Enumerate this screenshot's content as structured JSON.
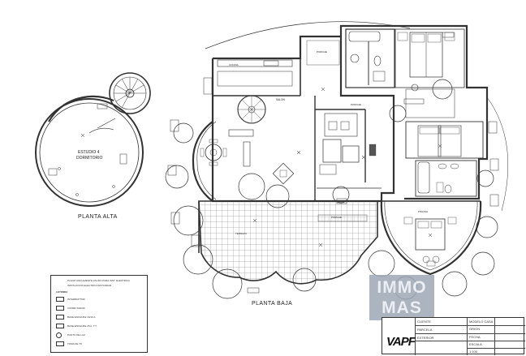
{
  "floor_labels": {
    "upper": "PLANTA ALTA",
    "ground": "PLANTA BAJA",
    "upper_room": "ESTUDIO 4",
    "upper_room_2": "DORMITORIO"
  },
  "room_labels": {
    "porche_top": "PORCHE",
    "cocina": "COCINA",
    "salon": "SALON",
    "porche_mid": "PORCHE",
    "porche_bottom": "PORCHE",
    "piscina": "PISCINA",
    "terraza": "TERRAZA"
  },
  "legend": {
    "title_1": "PLANO UNICAMENTE VALIDO PARA INST. ELECTRICA",
    "title_2": "INSTALACION ELECTRICA ESTANDAR",
    "header": "LEYENDA",
    "items": [
      "INTERRUPTOR",
      "CONMUTADOR",
      "BASE ENCHUFE 16/10 A.",
      "BASE ENCHUFE 25 A. T.T.",
      "PUNTO DE LUZ",
      "TOMA DE TV"
    ]
  },
  "logo": {
    "line_1": "IMMO",
    "line_2": "MAS"
  },
  "title_block": {
    "cliente": "CLIENTE",
    "modelo": "MODELO CASA",
    "modelo_value": "ORION",
    "parcela": "PARCELA",
    "fecha": "FECHA",
    "escala": "ESCALA",
    "escala_value": "1:100",
    "exterior": "EXTERIOR",
    "brand": "VAPF"
  },
  "colors": {
    "line": "#333333",
    "hatch": "#888888",
    "logo_bg": "#9ea7b6",
    "logo_text": "#e8ecf2"
  }
}
